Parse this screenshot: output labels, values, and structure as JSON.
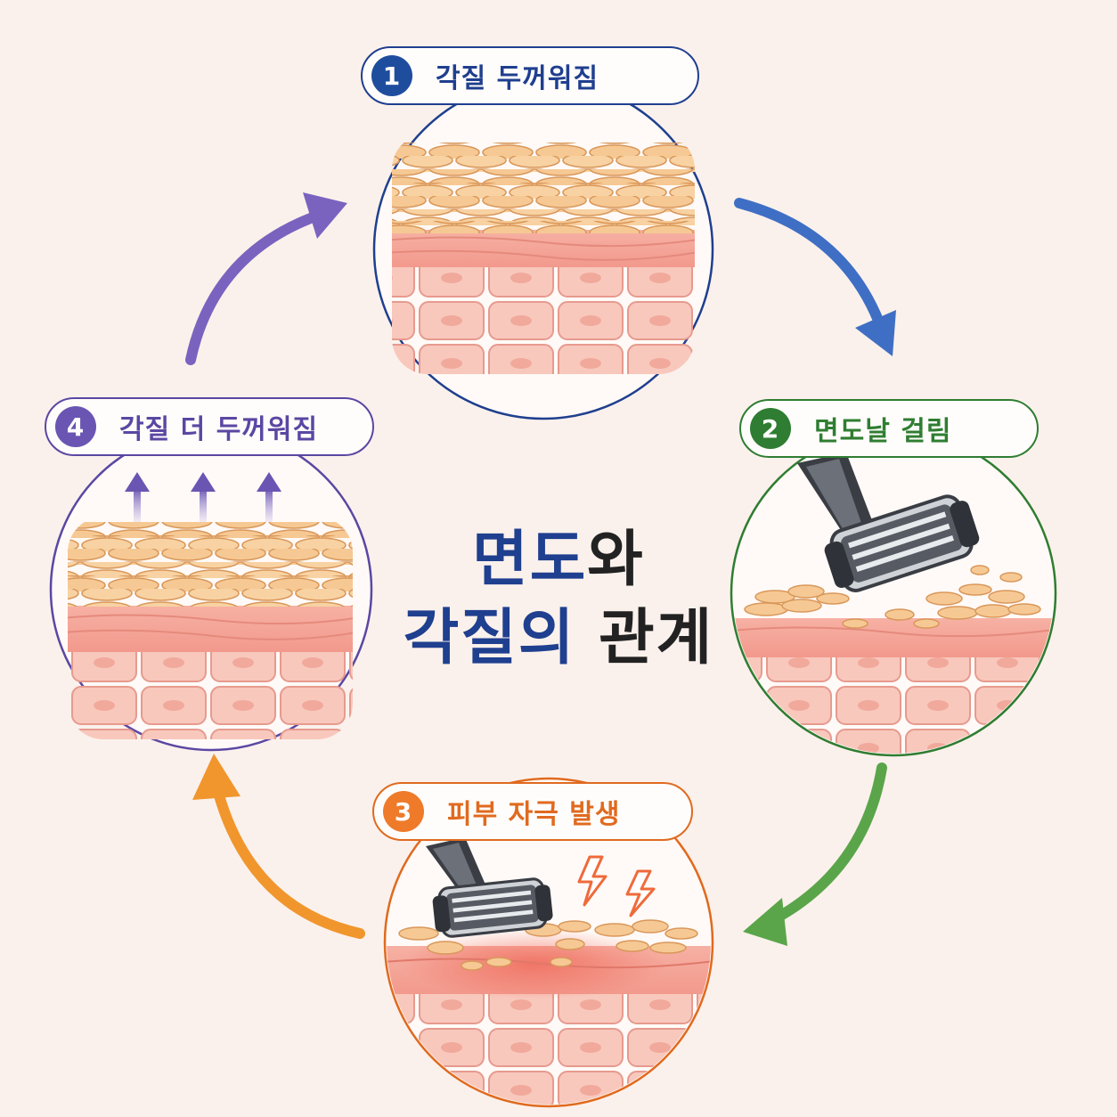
{
  "title": {
    "line1_highlight": "면도",
    "line1_rest": "와",
    "line2_highlight": "각질의",
    "line2_rest": " 관계"
  },
  "steps": [
    {
      "number": "1",
      "label": "각질 두꺼워짐",
      "color": "#1f3f8f"
    },
    {
      "number": "2",
      "label": "면도날 걸림",
      "color": "#2f7d32"
    },
    {
      "number": "3",
      "label": "피부 자극 발생",
      "color": "#e06a1f"
    },
    {
      "number": "4",
      "label": "각질 더 두꺼워짐",
      "color": "#5b47a3"
    }
  ],
  "colors": {
    "background": "#fbf1ec",
    "arrow_1_to_2": "#3f6fc4",
    "arrow_2_to_3": "#5aa54a",
    "arrow_3_to_4": "#f0962d",
    "arrow_4_to_1": "#7a63bf",
    "skin_flake": "#f3c28a",
    "skin_dermis": "#f3b3a6"
  },
  "icons": [
    "skin-layer-icon",
    "razor-icon",
    "lightning-icon",
    "up-arrow-icon",
    "cycle-arrow-icon"
  ]
}
